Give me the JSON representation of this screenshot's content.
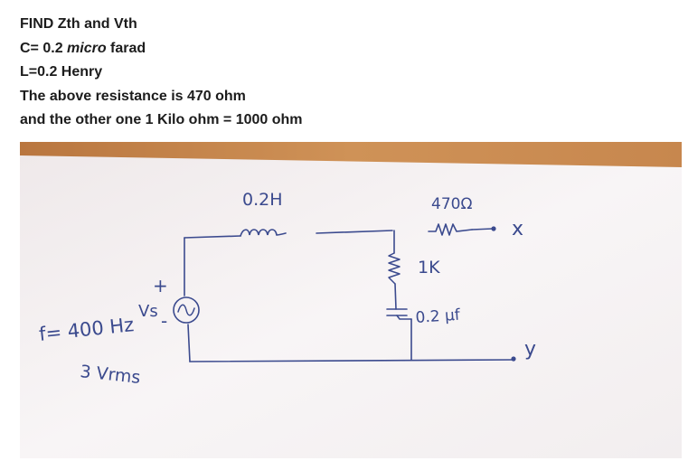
{
  "question": {
    "line1": "FIND Zth and Vth",
    "line2_prefix": "C= 0.2 ",
    "line2_italic": "micro",
    "line2_suffix": " farad",
    "line3": "L=0.2 Henry",
    "line4": "The above resistance is 470 ohm",
    "line5": "and the other one 1 Kilo ohm = 1000 ohm"
  },
  "circuit": {
    "inductor_label": "0.2H",
    "resistor_top_label": "470Ω",
    "resistor_side_label": "1K",
    "capacitor_label": "0.2 μf",
    "source_label": "Vs",
    "plus_sign": "+",
    "minus_sign": "-",
    "frequency_label": "f= 400 Hz",
    "voltage_label": "3 Vrms",
    "terminal_x": "x",
    "terminal_y": "y"
  },
  "colors": {
    "ink": "#3b4a8e",
    "paper": "#f6f2f3",
    "table": "#c9874c"
  }
}
